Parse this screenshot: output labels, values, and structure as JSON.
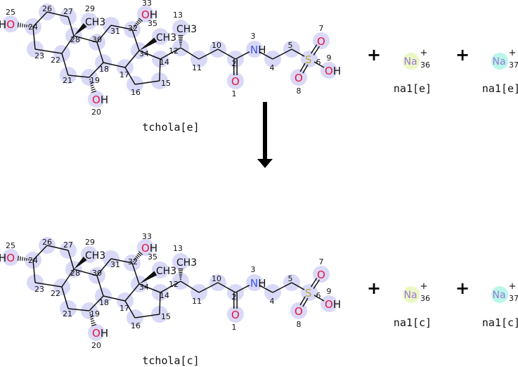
{
  "reaction": {
    "reactants": [
      {
        "id": "tchola_e",
        "name": "tchola[e]"
      },
      {
        "id": "na_e_36",
        "name": "na1[e]",
        "symbol": "Na",
        "charge": "+",
        "atom_number": "36",
        "color": "#ecf8c4"
      },
      {
        "id": "na_e_37",
        "name": "na1[e]",
        "symbol": "Na",
        "charge": "+",
        "atom_number": "37",
        "color": "#b9f7e9"
      }
    ],
    "products": [
      {
        "id": "tchola_c",
        "name": "tchola[c]"
      },
      {
        "id": "na_c_36",
        "name": "na1[c]",
        "symbol": "Na",
        "charge": "+",
        "atom_number": "36",
        "color": "#ecf8c4"
      },
      {
        "id": "na_c_37",
        "name": "na1[c]",
        "symbol": "Na",
        "charge": "+",
        "atom_number": "37",
        "color": "#b9f7e9"
      }
    ],
    "plus_symbol": "+",
    "arrow": "reaction-arrow-down"
  },
  "molecule": {
    "atoms": [
      {
        "n": "1",
        "label": "O"
      },
      {
        "n": "2",
        "label": ""
      },
      {
        "n": "3",
        "label": "NH"
      },
      {
        "n": "4",
        "label": ""
      },
      {
        "n": "5",
        "label": ""
      },
      {
        "n": "6",
        "label": "S"
      },
      {
        "n": "7",
        "label": "O"
      },
      {
        "n": "8",
        "label": "O"
      },
      {
        "n": "9",
        "label": "OH"
      },
      {
        "n": "10",
        "label": ""
      },
      {
        "n": "11",
        "label": ""
      },
      {
        "n": "12",
        "label": ""
      },
      {
        "n": "13",
        "label": "CH3"
      },
      {
        "n": "14",
        "label": ""
      },
      {
        "n": "15",
        "label": ""
      },
      {
        "n": "16",
        "label": ""
      },
      {
        "n": "17",
        "label": ""
      },
      {
        "n": "18",
        "label": ""
      },
      {
        "n": "19",
        "label": ""
      },
      {
        "n": "20",
        "label": "OH"
      },
      {
        "n": "21",
        "label": ""
      },
      {
        "n": "22",
        "label": ""
      },
      {
        "n": "23",
        "label": ""
      },
      {
        "n": "24",
        "label": ""
      },
      {
        "n": "25",
        "label": "HO"
      },
      {
        "n": "26",
        "label": ""
      },
      {
        "n": "27",
        "label": ""
      },
      {
        "n": "28",
        "label": ""
      },
      {
        "n": "29",
        "label": "CH3"
      },
      {
        "n": "30",
        "label": ""
      },
      {
        "n": "31",
        "label": ""
      },
      {
        "n": "32",
        "label": ""
      },
      {
        "n": "33",
        "label": "OH"
      },
      {
        "n": "34",
        "label": ""
      },
      {
        "n": "35",
        "label": "CH3"
      }
    ]
  },
  "colors": {
    "highlight": "#d9d9f7",
    "O": "#e8103c",
    "N": "#3b55f0",
    "S": "#b3a535",
    "Na": "#9a78d8",
    "bond": "#111111"
  }
}
